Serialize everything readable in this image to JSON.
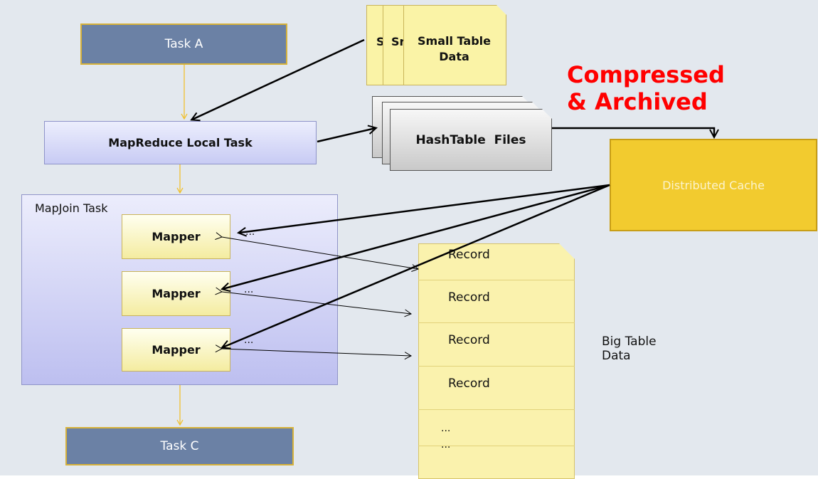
{
  "task_a": "Task A",
  "task_c": "Task C",
  "local_task": "MapReduce Local Task",
  "mapjoin_label": "MapJoin Task",
  "mappers": [
    "Mapper",
    "Mapper",
    "Mapper"
  ],
  "mapper_dots": [
    "...",
    "...",
    "..."
  ],
  "small_table": {
    "back_labels": [
      "S",
      "Sr"
    ],
    "front_label": "Small Table\nData"
  },
  "hashtable_label": "HashTable  Files",
  "compressed_label": "Compressed\n& Archived",
  "cache_label": "Distributed Cache",
  "records": [
    "Record",
    "Record",
    "Record",
    "Record"
  ],
  "record_dots": [
    "...",
    "..."
  ],
  "big_table_label": "Big Table\nData",
  "colors": {
    "task_fill": "#6b81a5",
    "accent_border": "#d7b23a",
    "compressed_text": "#ff0000",
    "cache_fill": "#f2cb2f"
  }
}
